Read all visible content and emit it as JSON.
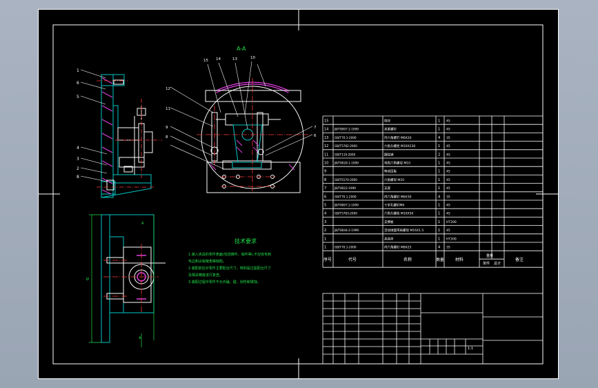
{
  "section_label": "A-A",
  "tech_requirements": {
    "title": "技术要求",
    "lines": [
      "1.装入夹具的零件表面(包括铸件、锻件等),不应有毛刺",
      "毛边和尖锐棱角等缺陷。",
      "2.装配前应对零件主要配合尺寸，特别是过盈配合尺寸",
      "及相关精度进行复查。",
      "3.装配过程中零件不允许磕、碰、划伤和锈蚀。"
    ]
  },
  "bom": {
    "headers": [
      "序号",
      "代号",
      "名称",
      "数量",
      "材料",
      "单件",
      "总计",
      "备注"
    ],
    "weight_header": "重量",
    "rows": [
      {
        "no": "15",
        "code": "",
        "name": "挡块",
        "qty": "1",
        "mat": "45"
      },
      {
        "no": "14",
        "code": "JB/T8007.1-1999",
        "name": "夹紧螺钉",
        "qty": "1",
        "mat": "45"
      },
      {
        "no": "13",
        "code": "GB/T70.1-2000",
        "name": "内六角螺钉 M6X20",
        "qty": "4",
        "mat": "35"
      },
      {
        "no": "12",
        "code": "GB/T5782-2000",
        "name": "六角头螺栓 M10X230",
        "qty": "1",
        "mat": "45"
      },
      {
        "no": "11",
        "code": "GB/T119-2000",
        "name": "圆柱销",
        "qty": "2",
        "mat": "45"
      },
      {
        "no": "10",
        "code": "JB/T8028.1-1999",
        "name": "带肩六角螺母 M10",
        "qty": "1",
        "mat": "45"
      },
      {
        "no": "9",
        "code": "",
        "name": "转动压板",
        "qty": "1",
        "mat": "45"
      },
      {
        "no": "8",
        "code": "GB/T6170-2000",
        "name": "六角螺母 M10",
        "qty": "1",
        "mat": "45"
      },
      {
        "no": "7",
        "code": "JB/T8022-1999",
        "name": "支座",
        "qty": "1",
        "mat": "45"
      },
      {
        "no": "6",
        "code": "GB/T70.1-2000",
        "name": "内六角螺钉 M6X30",
        "qty": "4",
        "mat": "35"
      },
      {
        "no": "5",
        "code": "JB/T8007.2-1999",
        "name": "十字孔螺钉M6",
        "qty": "1",
        "mat": "45"
      },
      {
        "no": "4",
        "code": "GB/T5783-2000",
        "name": "六角头螺栓 M10X50",
        "qty": "1",
        "mat": "45"
      },
      {
        "no": "3",
        "code": "",
        "name": "支撑板",
        "qty": "1",
        "mat": "HT200"
      },
      {
        "no": "2",
        "code": "JB/T8044-2-1999",
        "name": "活动球面带肩螺母 M16X1.5",
        "qty": "1",
        "mat": "45"
      },
      {
        "no": "1",
        "code": "",
        "name": "夹具体",
        "qty": "1",
        "mat": "HT200"
      },
      {
        "no": "1",
        "code": "GB/T70.1-2000",
        "name": "内六角螺钉 M8X25",
        "qty": "4",
        "mat": "35"
      }
    ]
  },
  "title_block": {
    "scale": "1:1"
  },
  "callouts_side": [
    "1",
    "6",
    "5",
    "4",
    "3",
    "2",
    "8"
  ],
  "callouts_section": [
    "15",
    "14",
    "13",
    "10",
    "12",
    "11",
    "9",
    "8",
    "7",
    "6"
  ],
  "colors": {
    "background": "#000000",
    "line": "#ffffff",
    "part_line": "#00c8c8",
    "center_line": "#ff3a3a",
    "accent": "#e040e0",
    "text_green": "#22e04a",
    "dimension": "#22e04a"
  }
}
